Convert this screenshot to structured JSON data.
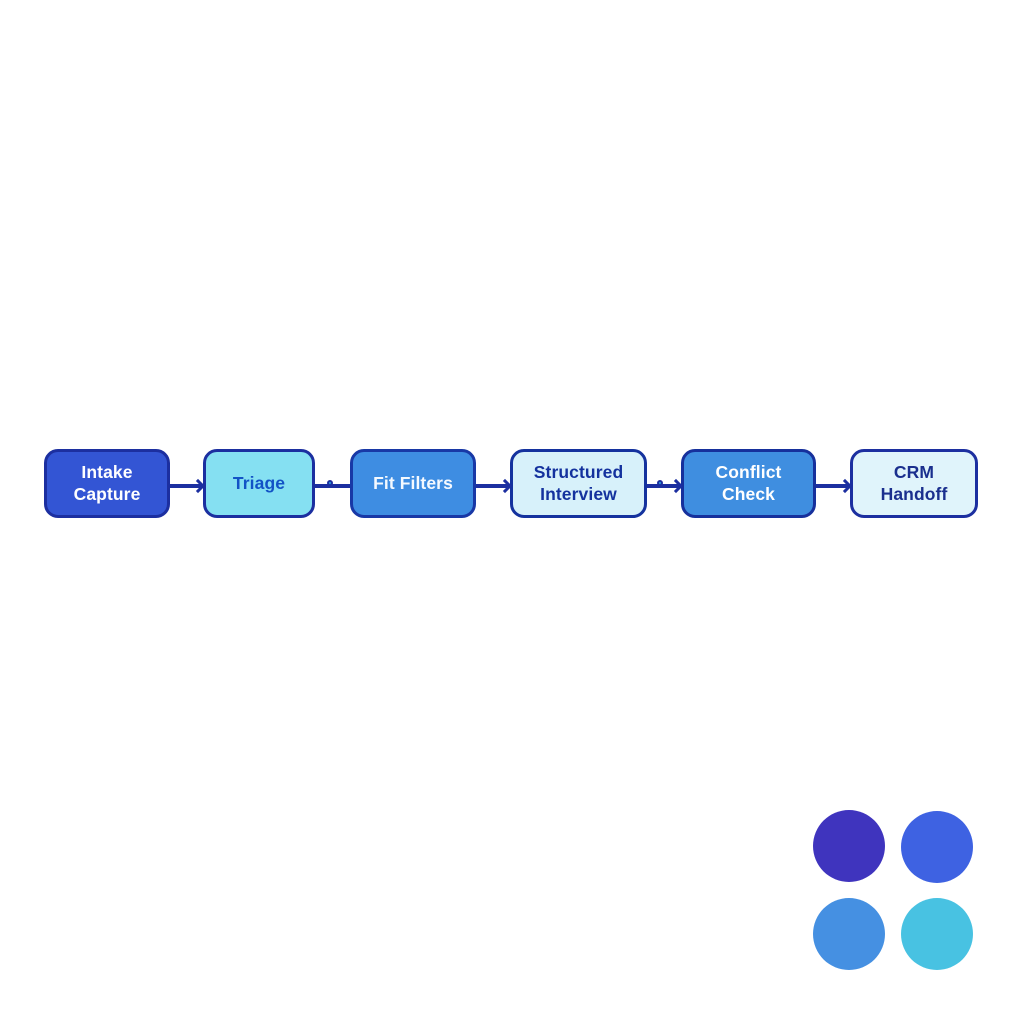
{
  "diagram": {
    "background_color": "#ffffff",
    "flow": {
      "line_color": "#1c2fa0",
      "dot_color": "#2baae2",
      "nodes": [
        {
          "label": "Intake\nCapture",
          "fill": "#3355d4",
          "border": "#1c2fa0",
          "text_color": "#ffffff"
        },
        {
          "label": "Triage",
          "fill": "#85e0f2",
          "border": "#1b2fa0",
          "text_color": "#1253c6"
        },
        {
          "label": "Fit Filters",
          "fill": "#3e8de2",
          "border": "#1838a6",
          "text_color": "#f4f9ff"
        },
        {
          "label": "Structured\nInterview",
          "fill": "#d7f1fa",
          "border": "#14329e",
          "text_color": "#14329e"
        },
        {
          "label": "Conflict\nCheck",
          "fill": "#3f8ee0",
          "border": "#16309c",
          "text_color": "#ffffff"
        },
        {
          "label": "CRM\nHandoff",
          "fill": "#e0f4fb",
          "border": "#1c2fa0",
          "text_color": "#1a2f8e"
        }
      ],
      "connectors": [
        {
          "from": "Intake Capture",
          "to": "Triage",
          "style": "arrowhead"
        },
        {
          "from": "Triage",
          "to": "Fit Filters",
          "style": "dot"
        },
        {
          "from": "Fit Filters",
          "to": "Structured Interview",
          "style": "arrowhead"
        },
        {
          "from": "Structured Interview",
          "to": "Conflict Check",
          "style": "dot-arrowhead"
        },
        {
          "from": "Conflict Check",
          "to": "CRM Handoff",
          "style": "arrowhead"
        }
      ]
    },
    "palette_dots": [
      {
        "color": "#3f34be"
      },
      {
        "color": "#3e62e2"
      },
      {
        "color": "#4590e2"
      },
      {
        "color": "#48c2e2"
      }
    ]
  }
}
